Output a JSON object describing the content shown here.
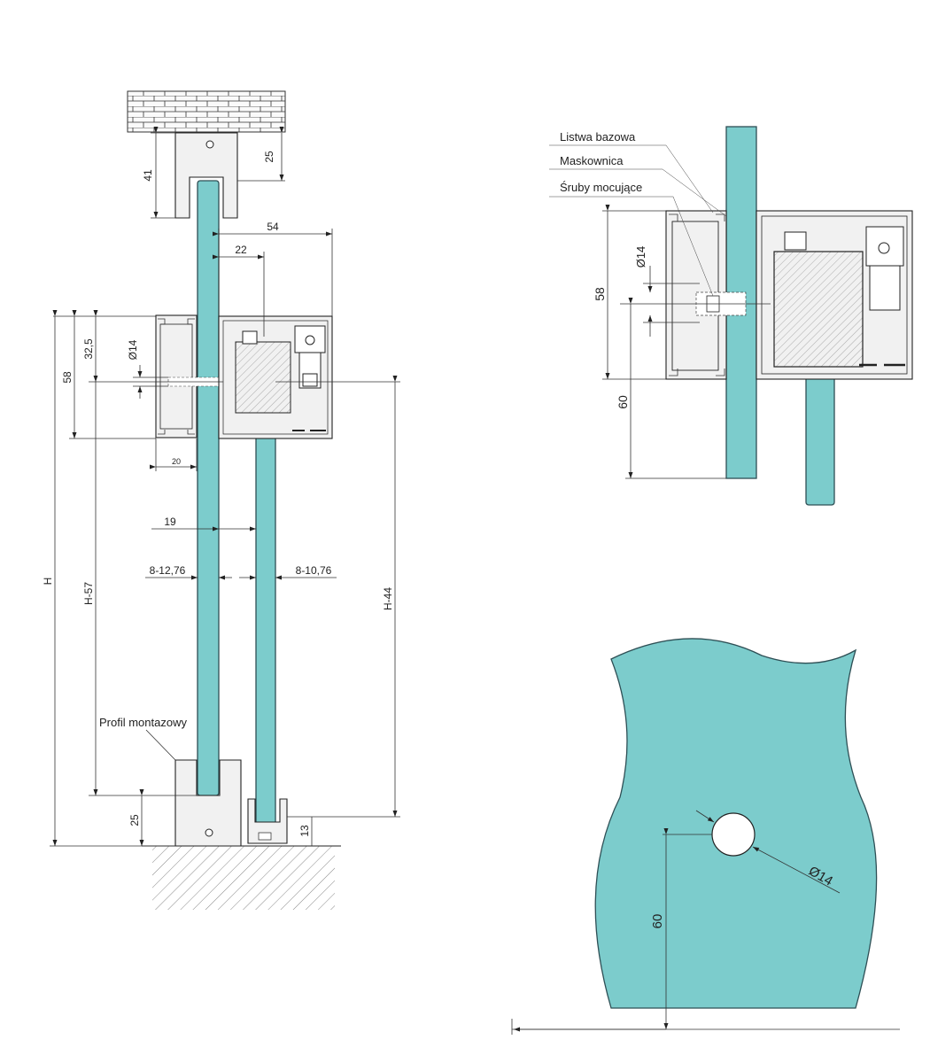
{
  "labels": {
    "listwa_bazowa": "Listwa bazowa",
    "maskownica": "Maskownica",
    "sruby_mocujace": "Śruby mocujące",
    "profil_montazowy": "Profil montazowy"
  },
  "dimensions": {
    "d41": "41",
    "d25_top": "25",
    "d54": "54",
    "d22": "22",
    "d32_5": "32,5",
    "d14": "Ø14",
    "d58": "58",
    "d20": "20",
    "d19": "19",
    "d8_12_76": "8-12,76",
    "d8_10_76": "8-10,76",
    "dH": "H",
    "dH57": "H-57",
    "dH44": "H-44",
    "d25_bottom": "25",
    "d13": "13",
    "r_d14": "Ø14",
    "r_d58": "58",
    "r_d60": "60",
    "g_d14": "Ø14",
    "g_d60": "60"
  },
  "colors": {
    "glass": "#7ccccc",
    "glass_edge": "#2e4f55",
    "profile": "#f1f1f1",
    "line": "#333333"
  }
}
